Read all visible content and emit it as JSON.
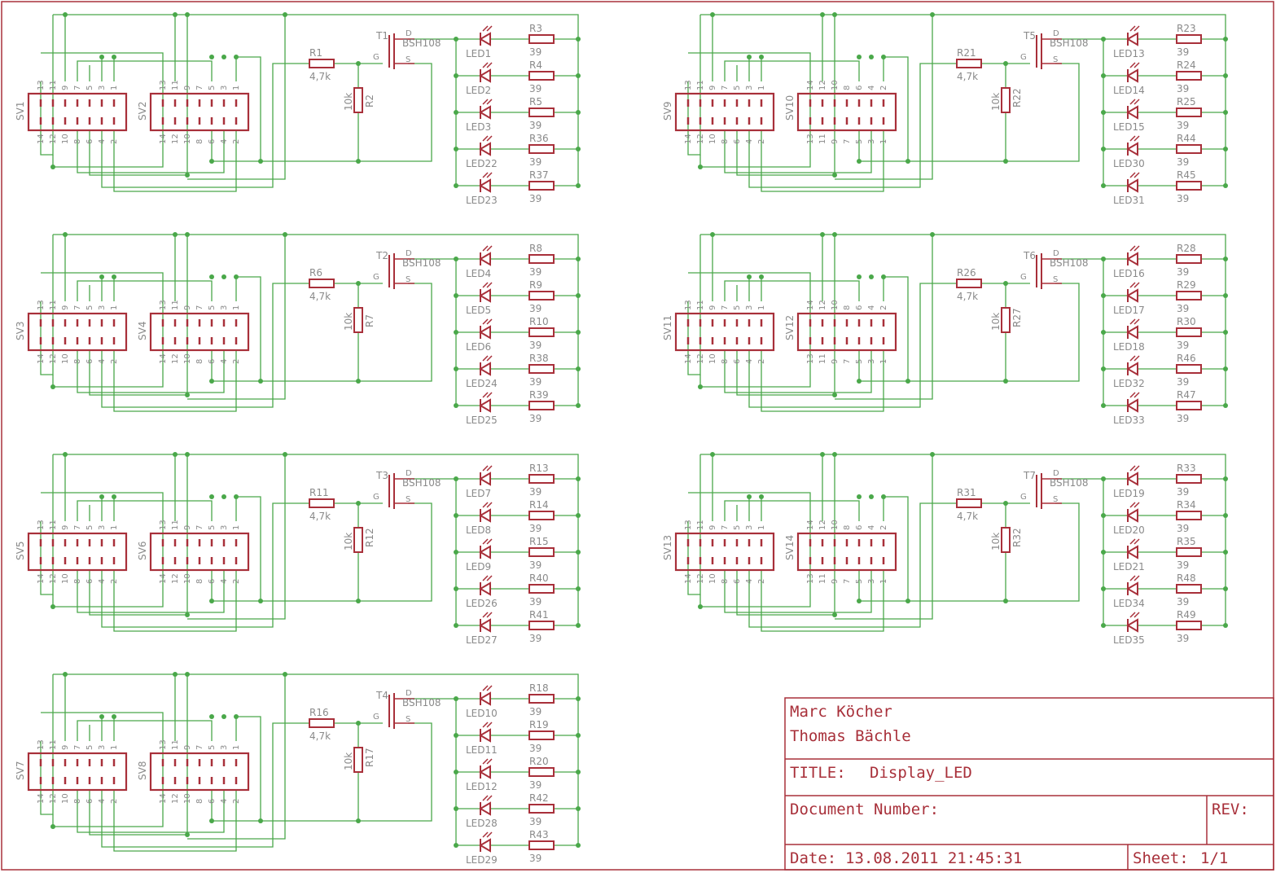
{
  "colors": {
    "wire": "#4aa84a",
    "part": "#a8303a",
    "label": "#8a8a8a",
    "frame": "#a8303a"
  },
  "transistor_type": "BSH108",
  "pin_labels": {
    "drain": "D",
    "gate": "G",
    "source": "S"
  },
  "connector_pins": {
    "four_pair": {
      "top": [
        "13",
        "11",
        "9",
        "7",
        "5",
        "3",
        "1"
      ],
      "bottom": [
        "14",
        "12",
        "10",
        "8",
        "6",
        "4",
        "2"
      ]
    },
    "three_pair": {
      "top": [
        "13",
        "11",
        "9",
        "7",
        "5",
        "3",
        "1"
      ],
      "bottom": [
        "14",
        "12",
        "10",
        "8",
        "6",
        "4",
        "2"
      ]
    },
    "seven_pair": {
      "top": [
        "13",
        "11",
        "9",
        "7",
        "5",
        "3",
        "1"
      ],
      "bottom": [
        "14",
        "12",
        "10",
        "8",
        "6",
        "4",
        "2"
      ]
    },
    "right_second": {
      "top": [
        "14",
        "12",
        "10",
        "8",
        "6",
        "4",
        "2"
      ],
      "bottom": [
        "13",
        "11",
        "9",
        "7",
        "5",
        "3",
        "1"
      ]
    }
  },
  "blocks": [
    {
      "sv_a": "SV1",
      "sv_b": "SV2",
      "gate_r": "R1",
      "gate_r_val": "4,7k",
      "pulldown_r": "R2",
      "pulldown_val": "10k",
      "transistor": "T1",
      "leds": [
        {
          "led": "LED1",
          "r": "R3",
          "v": "39"
        },
        {
          "led": "LED2",
          "r": "R4",
          "v": "39"
        },
        {
          "led": "LED3",
          "r": "R5",
          "v": "39"
        },
        {
          "led": "LED22",
          "r": "R36",
          "v": "39"
        },
        {
          "led": "LED23",
          "r": "R37",
          "v": "39"
        }
      ]
    },
    {
      "sv_a": "SV3",
      "sv_b": "SV4",
      "gate_r": "R6",
      "gate_r_val": "4,7k",
      "pulldown_r": "R7",
      "pulldown_val": "10k",
      "transistor": "T2",
      "leds": [
        {
          "led": "LED4",
          "r": "R8",
          "v": "39"
        },
        {
          "led": "LED5",
          "r": "R9",
          "v": "39"
        },
        {
          "led": "LED6",
          "r": "R10",
          "v": "39"
        },
        {
          "led": "LED24",
          "r": "R38",
          "v": "39"
        },
        {
          "led": "LED25",
          "r": "R39",
          "v": "39"
        }
      ]
    },
    {
      "sv_a": "SV5",
      "sv_b": "SV6",
      "gate_r": "R11",
      "gate_r_val": "4,7k",
      "pulldown_r": "R12",
      "pulldown_val": "10k",
      "transistor": "T3",
      "leds": [
        {
          "led": "LED7",
          "r": "R13",
          "v": "39"
        },
        {
          "led": "LED8",
          "r": "R14",
          "v": "39"
        },
        {
          "led": "LED9",
          "r": "R15",
          "v": "39"
        },
        {
          "led": "LED26",
          "r": "R40",
          "v": "39"
        },
        {
          "led": "LED27",
          "r": "R41",
          "v": "39"
        }
      ]
    },
    {
      "sv_a": "SV7",
      "sv_b": "SV8",
      "gate_r": "R16",
      "gate_r_val": "4,7k",
      "pulldown_r": "R17",
      "pulldown_val": "10k",
      "transistor": "T4",
      "leds": [
        {
          "led": "LED10",
          "r": "R18",
          "v": "39"
        },
        {
          "led": "LED11",
          "r": "R19",
          "v": "39"
        },
        {
          "led": "LED12",
          "r": "R20",
          "v": "39"
        },
        {
          "led": "LED28",
          "r": "R42",
          "v": "39"
        },
        {
          "led": "LED29",
          "r": "R43",
          "v": "39"
        }
      ]
    },
    {
      "sv_a": "SV9",
      "sv_b": "SV10",
      "gate_r": "R21",
      "gate_r_val": "4,7k",
      "pulldown_r": "R22",
      "pulldown_val": "10k",
      "transistor": "T5",
      "leds": [
        {
          "led": "LED13",
          "r": "R23",
          "v": "39"
        },
        {
          "led": "LED14",
          "r": "R24",
          "v": "39"
        },
        {
          "led": "LED15",
          "r": "R25",
          "v": "39"
        },
        {
          "led": "LED30",
          "r": "R44",
          "v": "39"
        },
        {
          "led": "LED31",
          "r": "R45",
          "v": "39"
        }
      ]
    },
    {
      "sv_a": "SV11",
      "sv_b": "SV12",
      "gate_r": "R26",
      "gate_r_val": "4,7k",
      "pulldown_r": "R27",
      "pulldown_val": "10k",
      "transistor": "T6",
      "leds": [
        {
          "led": "LED16",
          "r": "R28",
          "v": "39"
        },
        {
          "led": "LED17",
          "r": "R29",
          "v": "39"
        },
        {
          "led": "LED18",
          "r": "R30",
          "v": "39"
        },
        {
          "led": "LED32",
          "r": "R46",
          "v": "39"
        },
        {
          "led": "LED33",
          "r": "R47",
          "v": "39"
        }
      ]
    },
    {
      "sv_a": "SV13",
      "sv_b": "SV14",
      "gate_r": "R31",
      "gate_r_val": "4,7k",
      "pulldown_r": "R32",
      "pulldown_val": "10k",
      "transistor": "T7",
      "leds": [
        {
          "led": "LED19",
          "r": "R33",
          "v": "39"
        },
        {
          "led": "LED20",
          "r": "R34",
          "v": "39"
        },
        {
          "led": "LED21",
          "r": "R35",
          "v": "39"
        },
        {
          "led": "LED34",
          "r": "R48",
          "v": "39"
        },
        {
          "led": "LED35",
          "r": "R49",
          "v": "39"
        }
      ]
    }
  ],
  "title_block": {
    "authors": [
      "Marc Köcher",
      "Thomas Bächle"
    ],
    "title_label": "TITLE:",
    "title_value": "Display_LED",
    "document_number_label": "Document Number:",
    "rev_label": "REV:",
    "date_label": "Date:",
    "date_value": "13.08.2011 21:45:31",
    "sheet_label": "Sheet:",
    "sheet_value": "1/1"
  }
}
